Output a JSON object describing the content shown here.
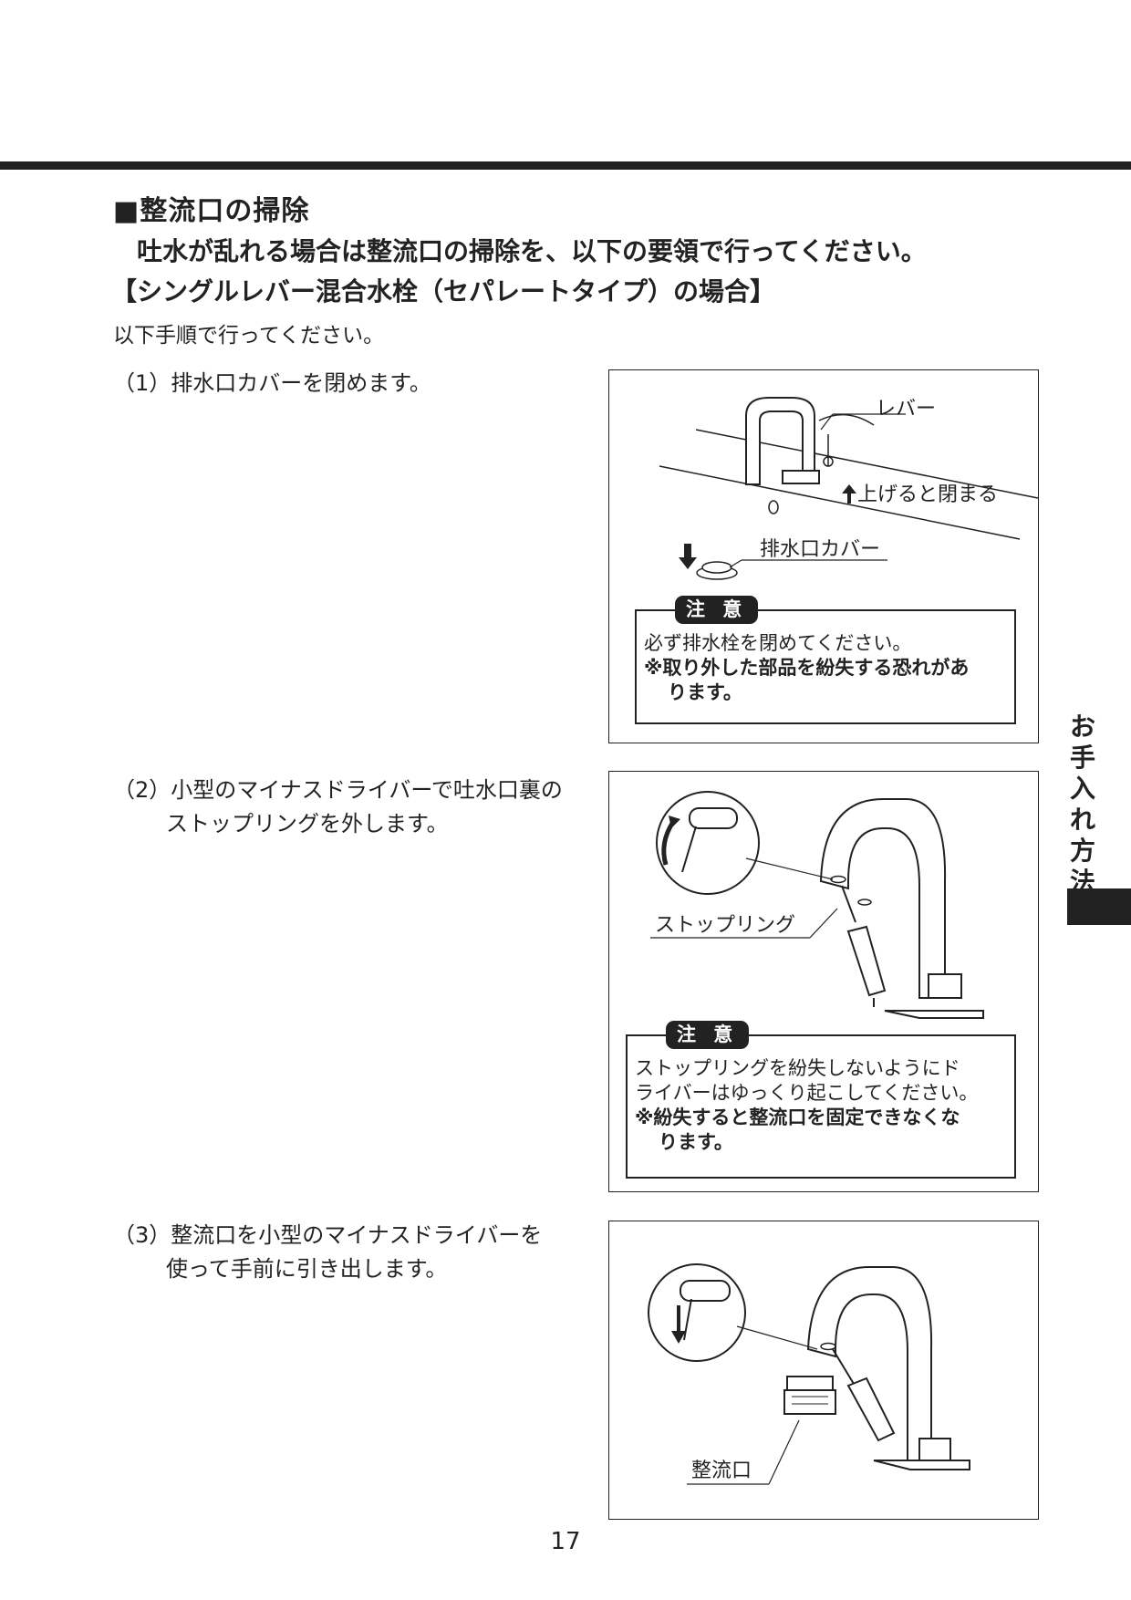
{
  "section_title": "■整流口の掃除",
  "lead": "吐水が乱れる場合は整流口の掃除を、以下の要領で行ってください。",
  "subheading": "【シングルレバー混合水栓（セパレートタイプ）の場合】",
  "intro_note": "以下手順で行ってください。",
  "steps": [
    {
      "number": "（1）",
      "text_line1": "排水口カバーを閉めます。",
      "text_line2": "",
      "labels": [
        "レバー",
        "上げると閉まる",
        "排水口カバー"
      ],
      "caution": {
        "badge": "注 意",
        "line1": "必ず排水栓を閉めてください。",
        "bold_line1": "※取り外した部品を紛失する恐れがあ",
        "bold_line2": "ります。"
      }
    },
    {
      "number": "（2）",
      "text_line1": "小型のマイナスドライバーで吐水口裏の",
      "text_line2": "ストップリングを外します。",
      "labels": [
        "ストップリング"
      ],
      "caution": {
        "badge": "注 意",
        "line1": "ストップリングを紛失しないようにド",
        "line2": "ライバーはゆっくり起こしてください。",
        "bold_line1": "※紛失すると整流口を固定できなくな",
        "bold_line2": "ります。"
      }
    },
    {
      "number": "（3）",
      "text_line1": "整流口を小型のマイナスドライバーを",
      "text_line2": "使って手前に引き出します。",
      "labels": [
        "整流口"
      ]
    }
  ],
  "side_tab": "お手入れ方法",
  "page_number": "17"
}
